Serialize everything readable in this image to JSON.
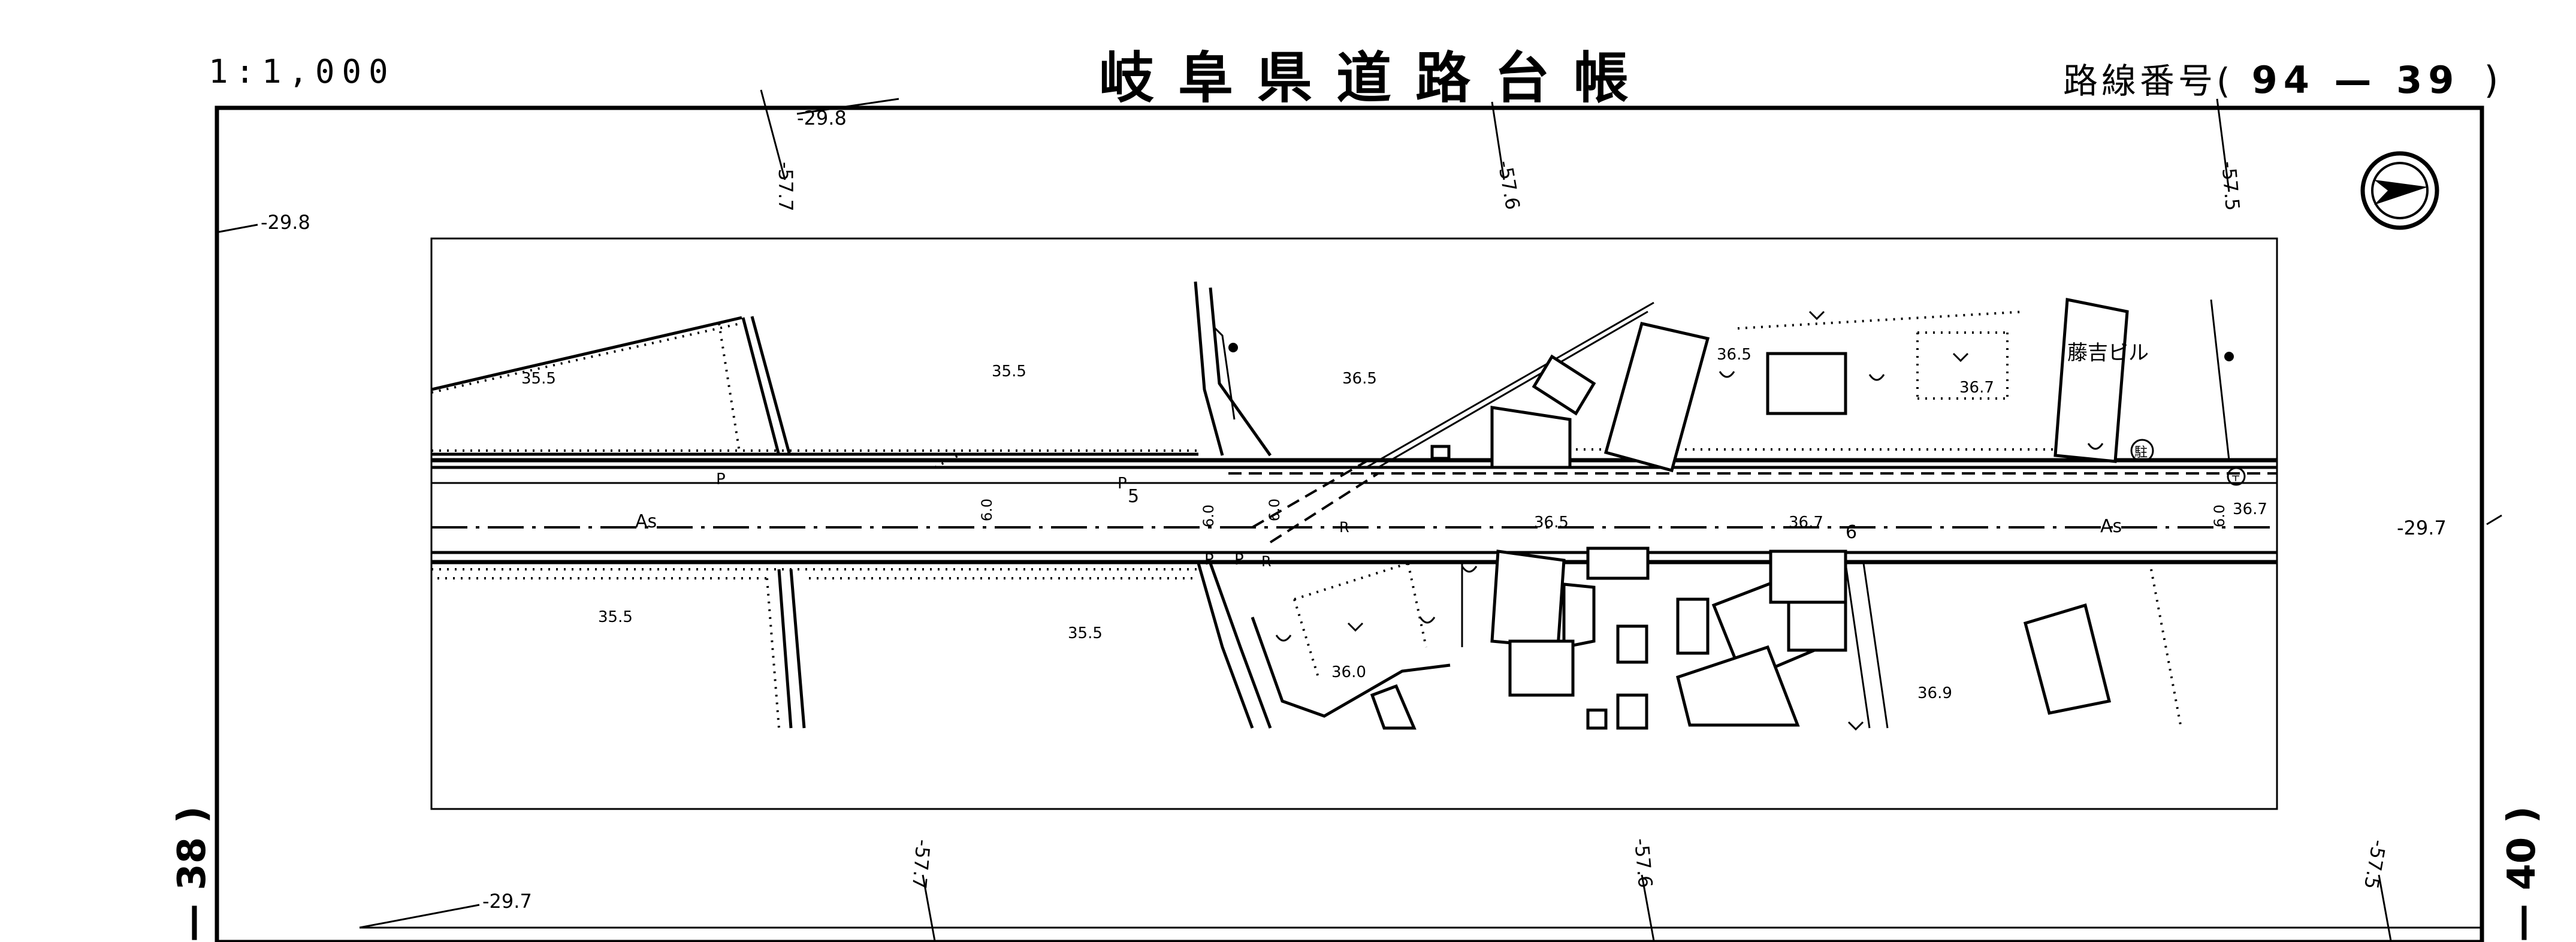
{
  "header": {
    "scale": "1:1,000",
    "title": "岐阜県道路台帳",
    "route_label": "路線番号(",
    "route_number": "94 — 39",
    "route_close": ")"
  },
  "sheets": {
    "left": "— 38 )",
    "right": "— 40 )"
  },
  "grid_labels": {
    "top_left": "-29.8",
    "left_upper": "-29.8",
    "right_mid": "-29.7",
    "bottom_left": "-29.7",
    "top_col1": "-57.7",
    "top_col2": "-57.6",
    "top_col3": "-57.5",
    "bottom_col1": "-57.7",
    "bottom_col2": "-57.6",
    "bottom_col3": "-57.5"
  },
  "elevations": {
    "e1": "35.5",
    "e2": "35.5",
    "e3": "36.5",
    "e4": "36.5",
    "e5": "36.7",
    "e6": "35.5",
    "e7": "35.5",
    "e8": "36.0",
    "e9": "36.5",
    "e10": "36.7",
    "e11": "36.9",
    "e12": "36.7"
  },
  "road_labels": {
    "surface_left": "As",
    "surface_right": "As",
    "width_5": "5",
    "width_6": "6",
    "width_dim1": "6.0",
    "width_dim2": "6.0",
    "width_dim3": "6.0",
    "width_dim4": "6.0",
    "p1": "P",
    "p2": "P",
    "p3": "P",
    "p4": "P",
    "r1": "R",
    "r2": "R"
  },
  "places": {
    "building_name": "藤吉ビル",
    "parking_mark": "駐",
    "post_mark": "〒"
  },
  "symbols": {
    "north_arrow": "north-arrow-icon"
  }
}
